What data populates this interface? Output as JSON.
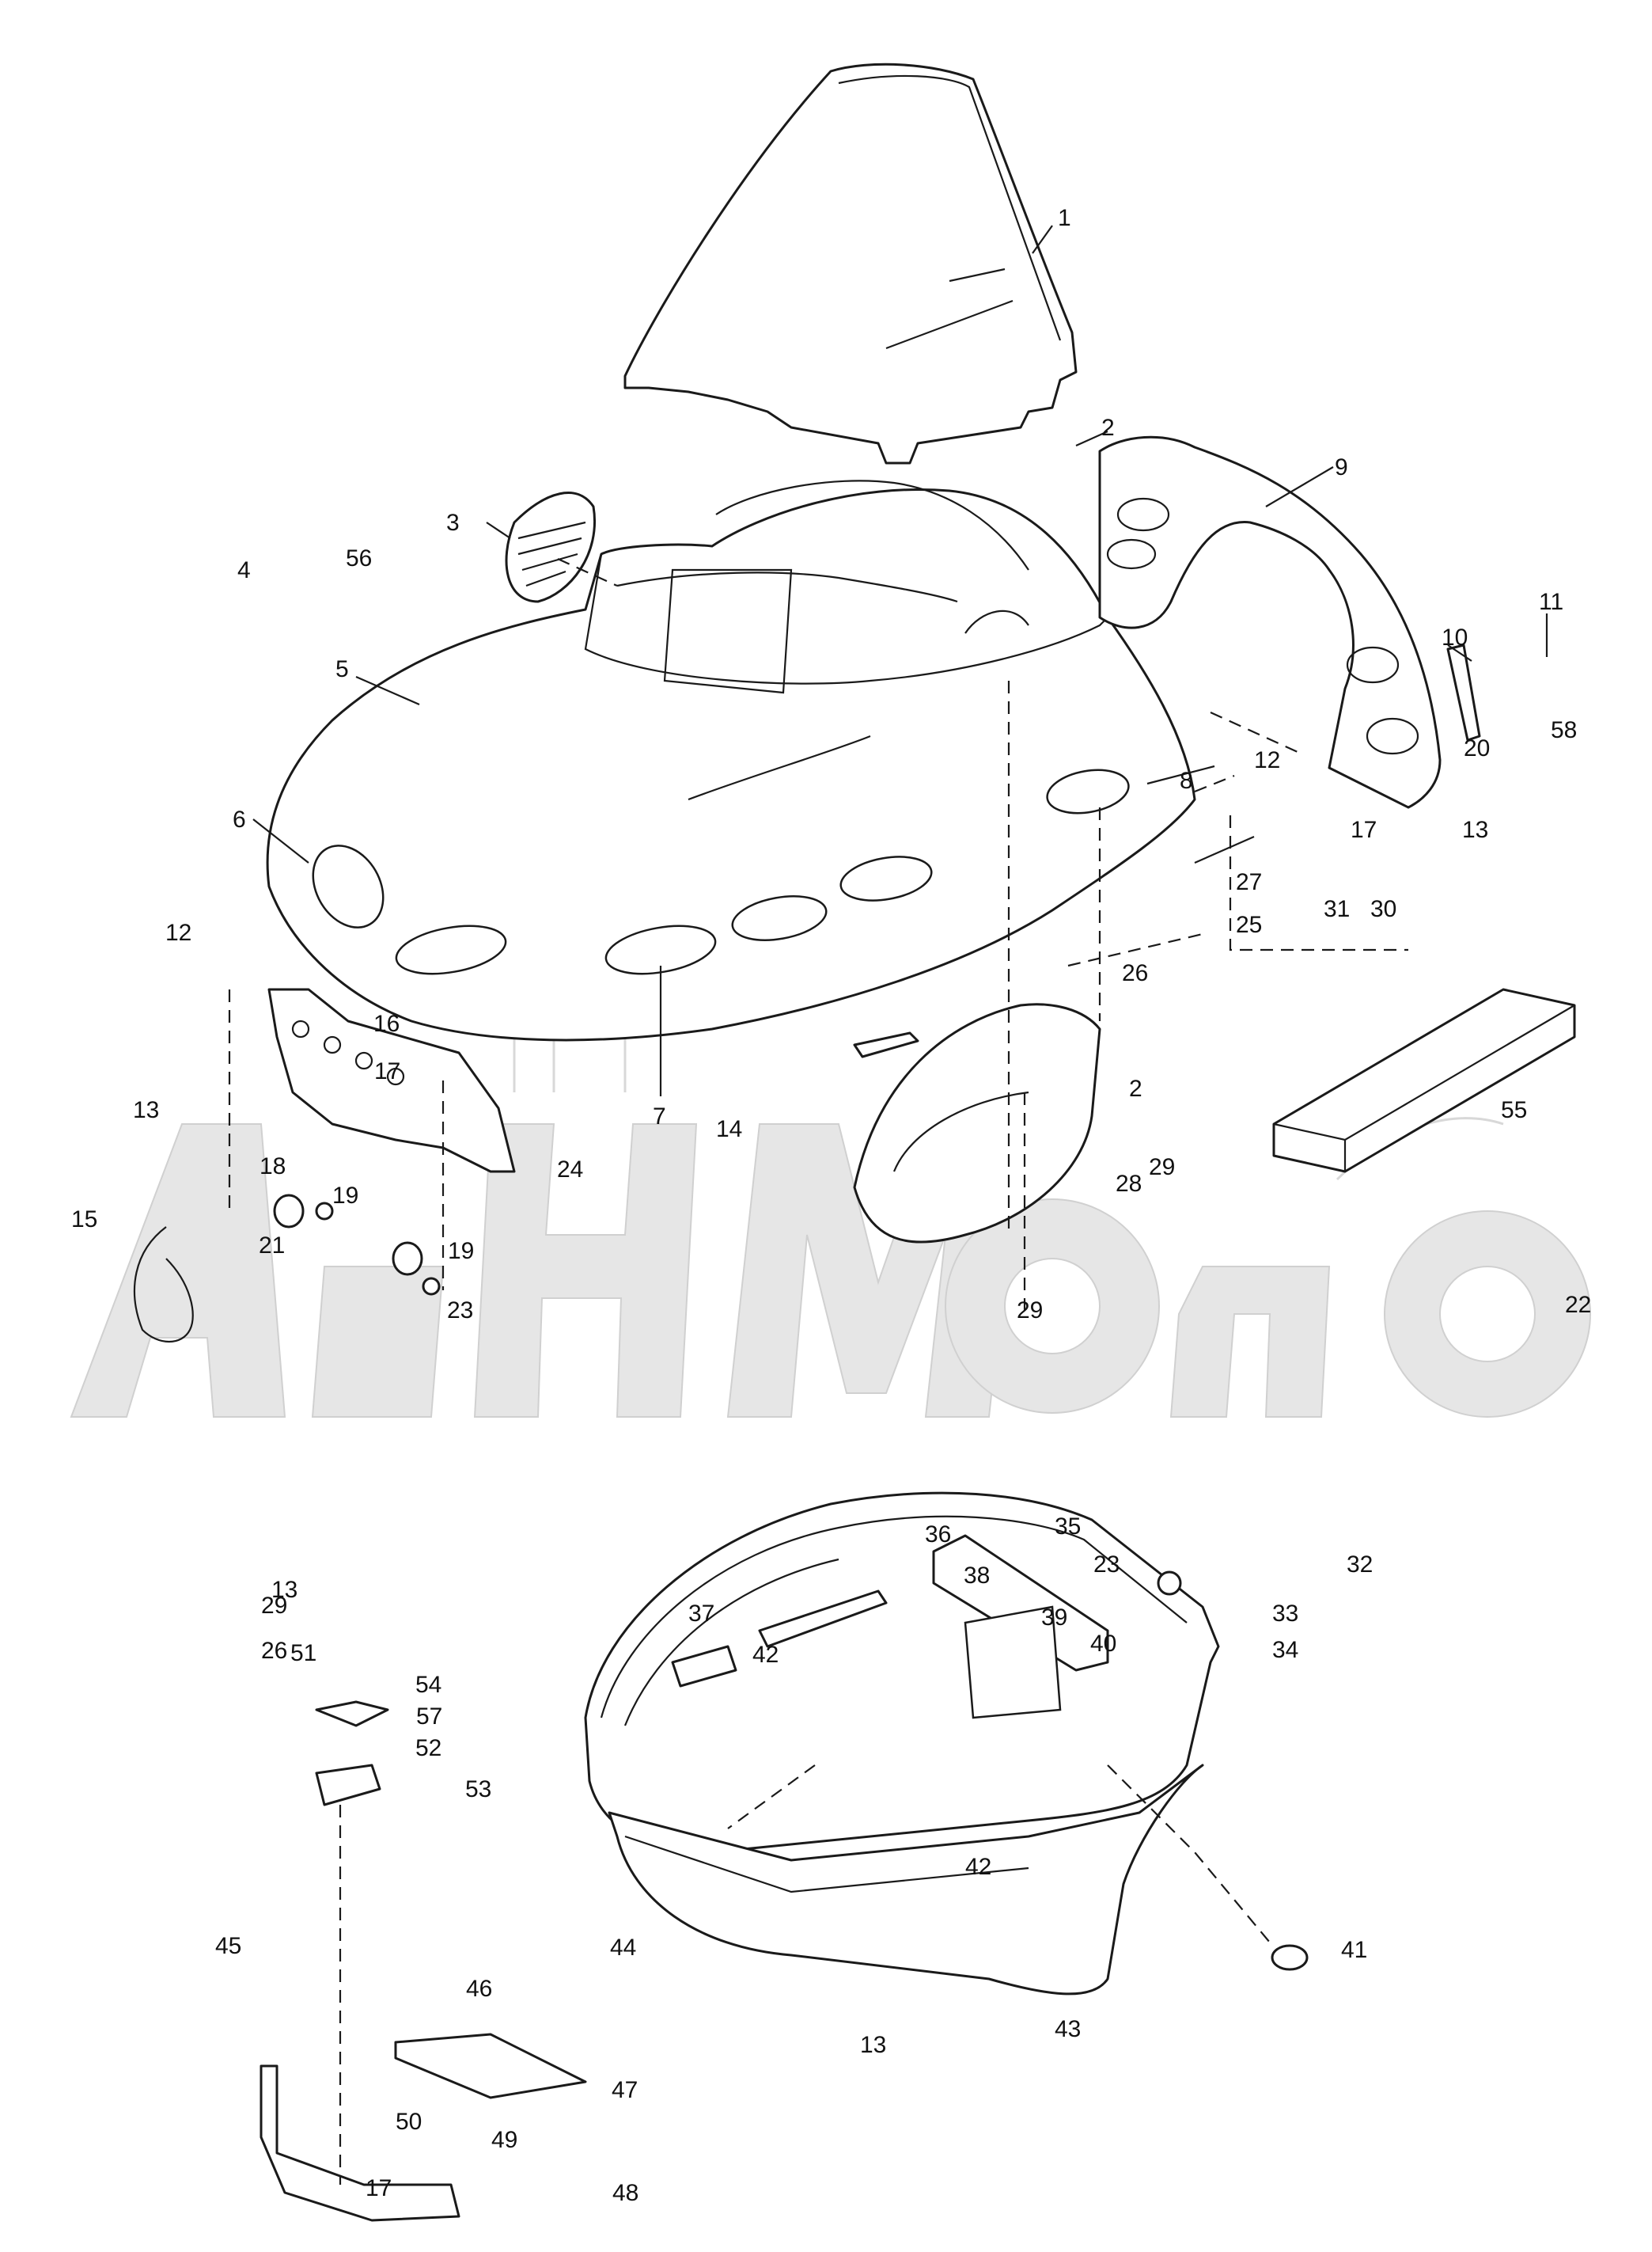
{
  "watermark": {
    "text": "AeHMoTo",
    "color": "#e6e6e6"
  },
  "callouts": [
    {
      "n": "1"
    },
    {
      "n": "2"
    },
    {
      "n": "2"
    },
    {
      "n": "3"
    },
    {
      "n": "4"
    },
    {
      "n": "5"
    },
    {
      "n": "6"
    },
    {
      "n": "7"
    },
    {
      "n": "8"
    },
    {
      "n": "9"
    },
    {
      "n": "10"
    },
    {
      "n": "11"
    },
    {
      "n": "12"
    },
    {
      "n": "12"
    },
    {
      "n": "13"
    },
    {
      "n": "13"
    },
    {
      "n": "13"
    },
    {
      "n": "13"
    },
    {
      "n": "14"
    },
    {
      "n": "15"
    },
    {
      "n": "16"
    },
    {
      "n": "17"
    },
    {
      "n": "17"
    },
    {
      "n": "17"
    },
    {
      "n": "18"
    },
    {
      "n": "19"
    },
    {
      "n": "19"
    },
    {
      "n": "20"
    },
    {
      "n": "21"
    },
    {
      "n": "22"
    },
    {
      "n": "23"
    },
    {
      "n": "23"
    },
    {
      "n": "24"
    },
    {
      "n": "25"
    },
    {
      "n": "26"
    },
    {
      "n": "26"
    },
    {
      "n": "27"
    },
    {
      "n": "28"
    },
    {
      "n": "29"
    },
    {
      "n": "29"
    },
    {
      "n": "29"
    },
    {
      "n": "30"
    },
    {
      "n": "31"
    },
    {
      "n": "32"
    },
    {
      "n": "33"
    },
    {
      "n": "34"
    },
    {
      "n": "35"
    },
    {
      "n": "36"
    },
    {
      "n": "37"
    },
    {
      "n": "38"
    },
    {
      "n": "39"
    },
    {
      "n": "40"
    },
    {
      "n": "41"
    },
    {
      "n": "42"
    },
    {
      "n": "42"
    },
    {
      "n": "43"
    },
    {
      "n": "44"
    },
    {
      "n": "45"
    },
    {
      "n": "46"
    },
    {
      "n": "47"
    },
    {
      "n": "48"
    },
    {
      "n": "49"
    },
    {
      "n": "50"
    },
    {
      "n": "51"
    },
    {
      "n": "52"
    },
    {
      "n": "53"
    },
    {
      "n": "54"
    },
    {
      "n": "55"
    },
    {
      "n": "56"
    },
    {
      "n": "57"
    },
    {
      "n": "58"
    }
  ]
}
